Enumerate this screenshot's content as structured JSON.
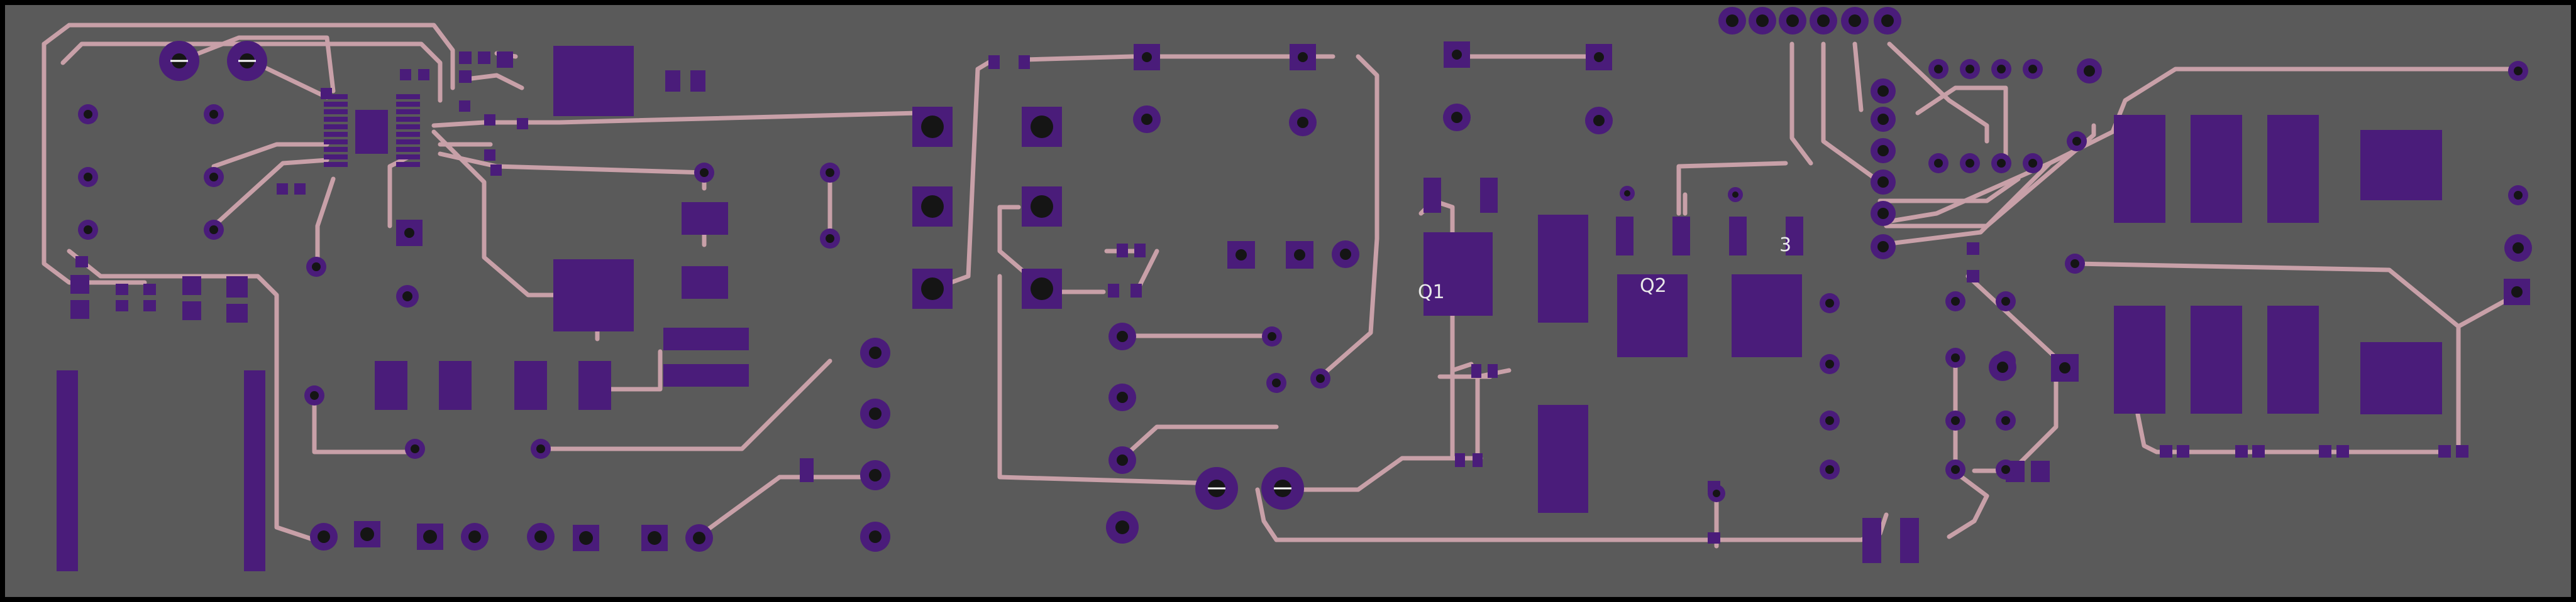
{
  "board": {
    "background": "#5a5a5a",
    "outline": "#000000",
    "trace_color": "#c8a0a8",
    "pad_color": "#4a1c7a"
  },
  "labels": {
    "q1": "Q1",
    "q2": "Q2",
    "q3_partial": "3"
  }
}
